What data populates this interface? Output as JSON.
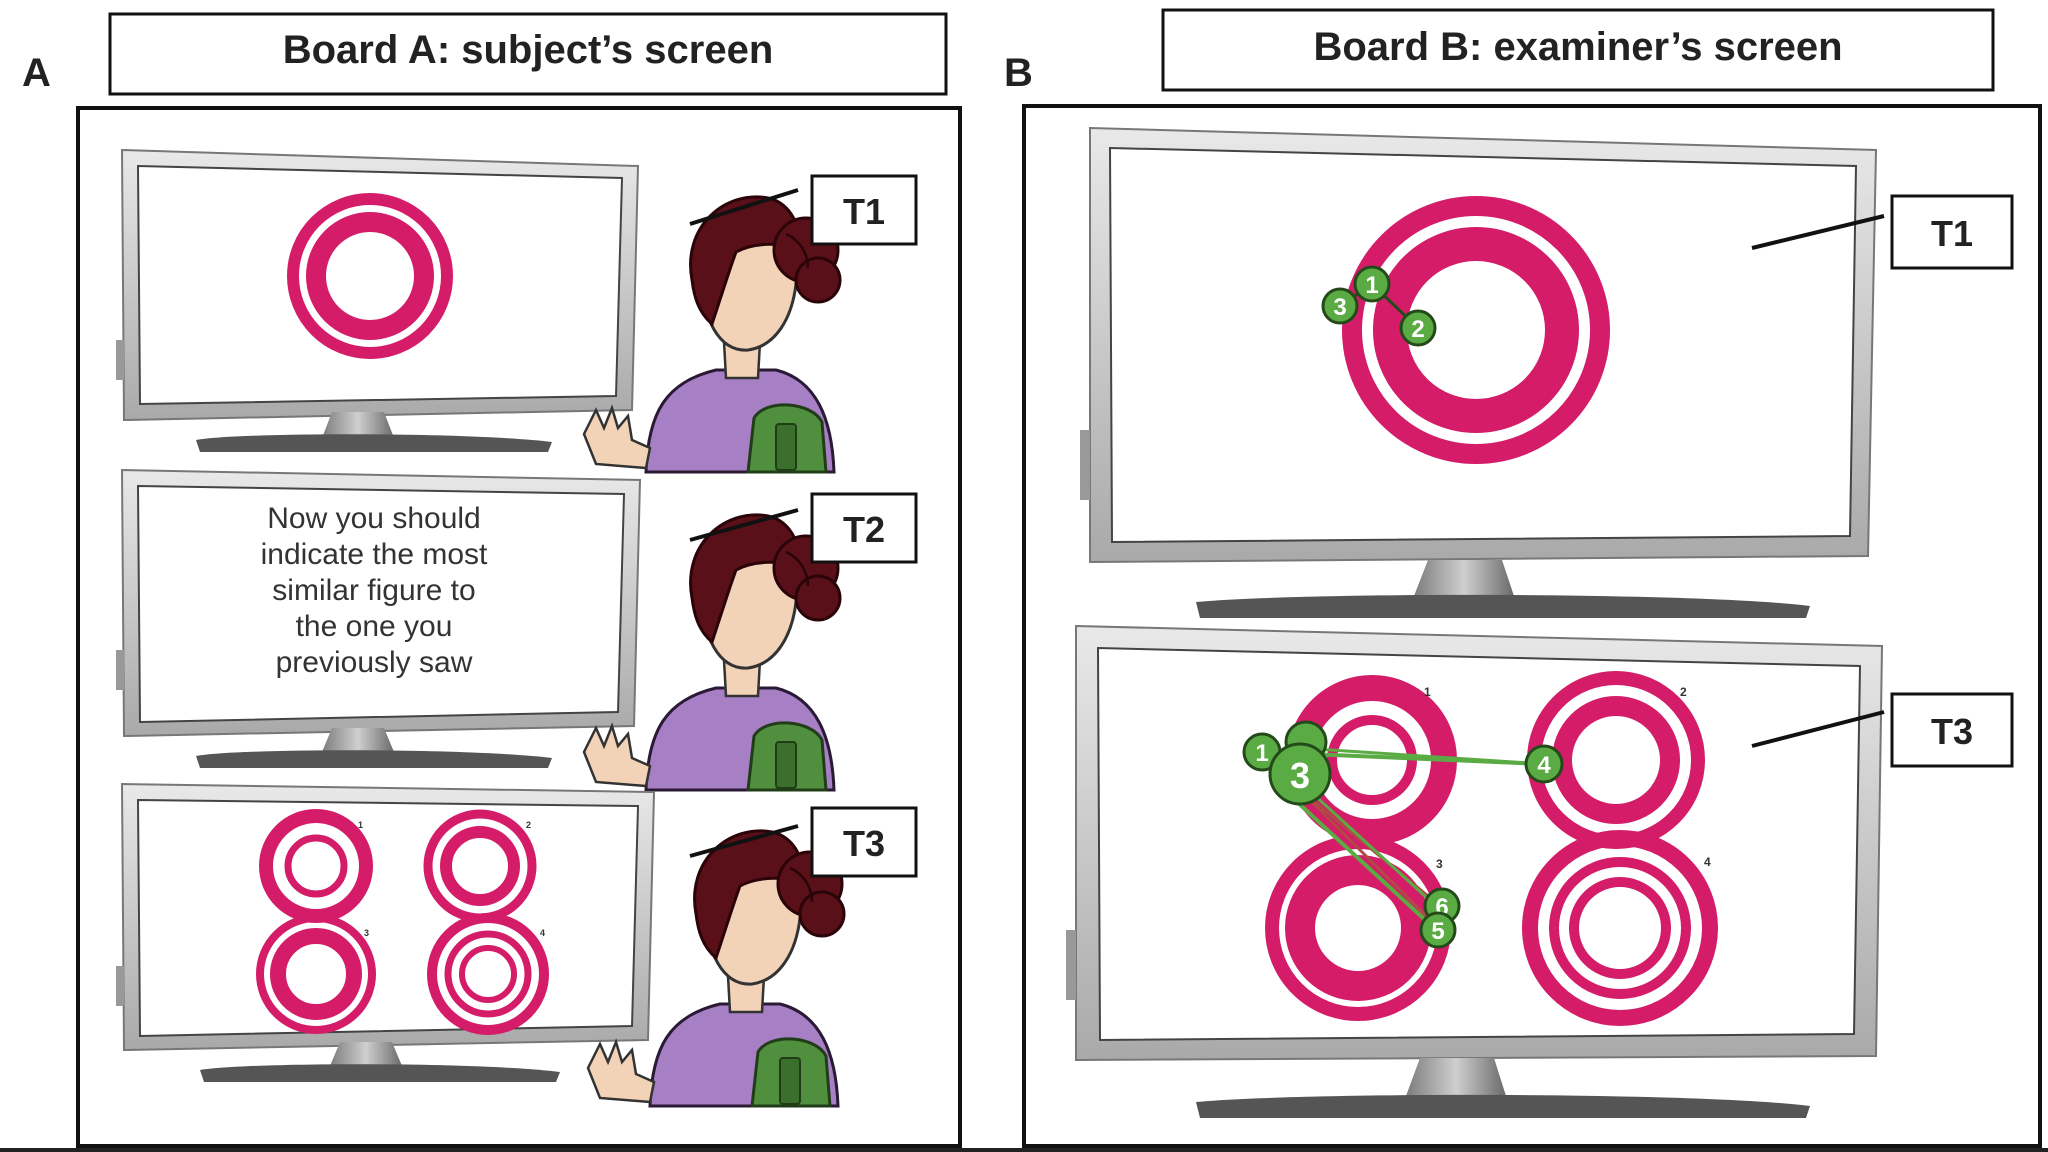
{
  "panels": {
    "a": {
      "letter": "A",
      "title": "Board A: subject’s screen"
    },
    "b": {
      "letter": "B",
      "title": "Board B: examiner’s screen"
    }
  },
  "steps": [
    "T1",
    "T2",
    "T3"
  ],
  "instruction_lines": [
    "Now you should",
    "indicate the most",
    "similar figure to",
    "the one you",
    "previously saw"
  ],
  "option_numbers": [
    "1",
    "2",
    "3",
    "4"
  ],
  "fixations_t1": [
    "1",
    "2",
    "3"
  ],
  "fixations_t3": [
    "1",
    "3",
    "4",
    "5",
    "6"
  ],
  "colors": {
    "ring": "#d41c68",
    "gaze": "#5bab45",
    "gaze_dark": "#244a1a",
    "hair": "#5a1018",
    "shirt": "#a77fc4",
    "chair": "#4f8f3e",
    "skin": "#f3d3b8"
  }
}
